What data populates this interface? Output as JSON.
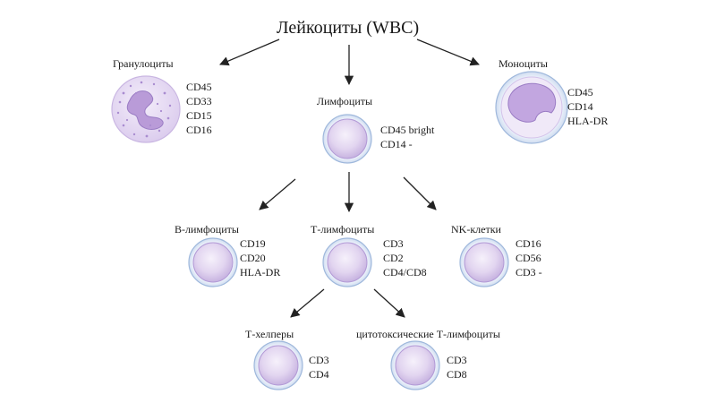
{
  "title": "Лейкоциты (WBC)",
  "nodes": {
    "granulocytes": {
      "label": "Гранулоциты",
      "markers": [
        "CD45",
        "CD33",
        "CD15",
        "CD16"
      ]
    },
    "lymphocytes": {
      "label": "Лимфоциты",
      "markers": [
        "CD45 bright",
        "CD14 -"
      ]
    },
    "monocytes": {
      "label": "Моноциты",
      "markers": [
        "CD45",
        "CD14",
        "HLA-DR"
      ]
    },
    "b_lymphocytes": {
      "label": "В-лимфоциты",
      "markers": [
        "CD19",
        "CD20",
        "HLA-DR"
      ]
    },
    "t_lymphocytes": {
      "label": "Т-лимфоциты",
      "markers": [
        "CD3",
        "CD2",
        "CD4/CD8"
      ]
    },
    "nk_cells": {
      "label": "NK-клетки",
      "markers": [
        "CD16",
        "CD56",
        "CD3 -"
      ]
    },
    "t_helpers": {
      "label": "Т-хелперы",
      "markers": [
        "CD3",
        "CD4"
      ]
    },
    "cytotoxic_t": {
      "label": "цитотоксические Т-лимфоциты",
      "markers": [
        "CD3",
        "CD8"
      ]
    }
  },
  "colors": {
    "cell_fill": "#e7ddf2",
    "cell_shade": "#c7b3e0",
    "nucleus": "#b99bd8",
    "halo": "#e9f1fb",
    "halo_edge": "#9fb8dc",
    "arrow": "#222222"
  }
}
